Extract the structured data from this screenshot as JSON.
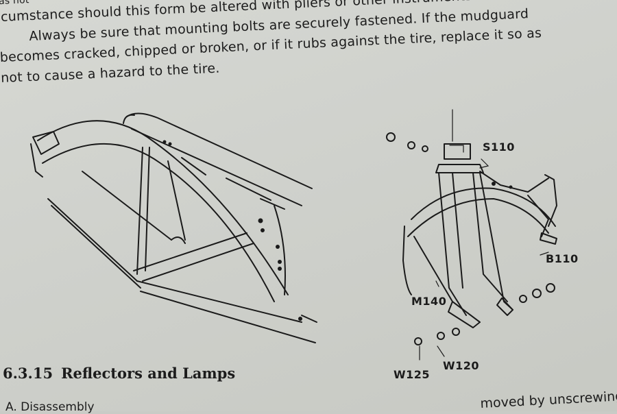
{
  "text": {
    "line0": "as not",
    "line1": "cumstance should this form be altered with pliers or other instruments!",
    "line2": "Always be sure that mounting bolts are securely fastened.  If the mudguard",
    "line3": "becomes cracked, chipped or broken, or if it rubs against the tire, replace it so as",
    "line4": "not to cause a hazard to the tire."
  },
  "labels": {
    "s110": "S110",
    "b110": "B110",
    "m140": "M140",
    "w125": "W125",
    "w120": "W120"
  },
  "section": {
    "number": "6.3.15",
    "title": "Reflectors and Lamps"
  },
  "footer": {
    "left": "A.  Disassembly",
    "right": "moved by unscrewing"
  }
}
